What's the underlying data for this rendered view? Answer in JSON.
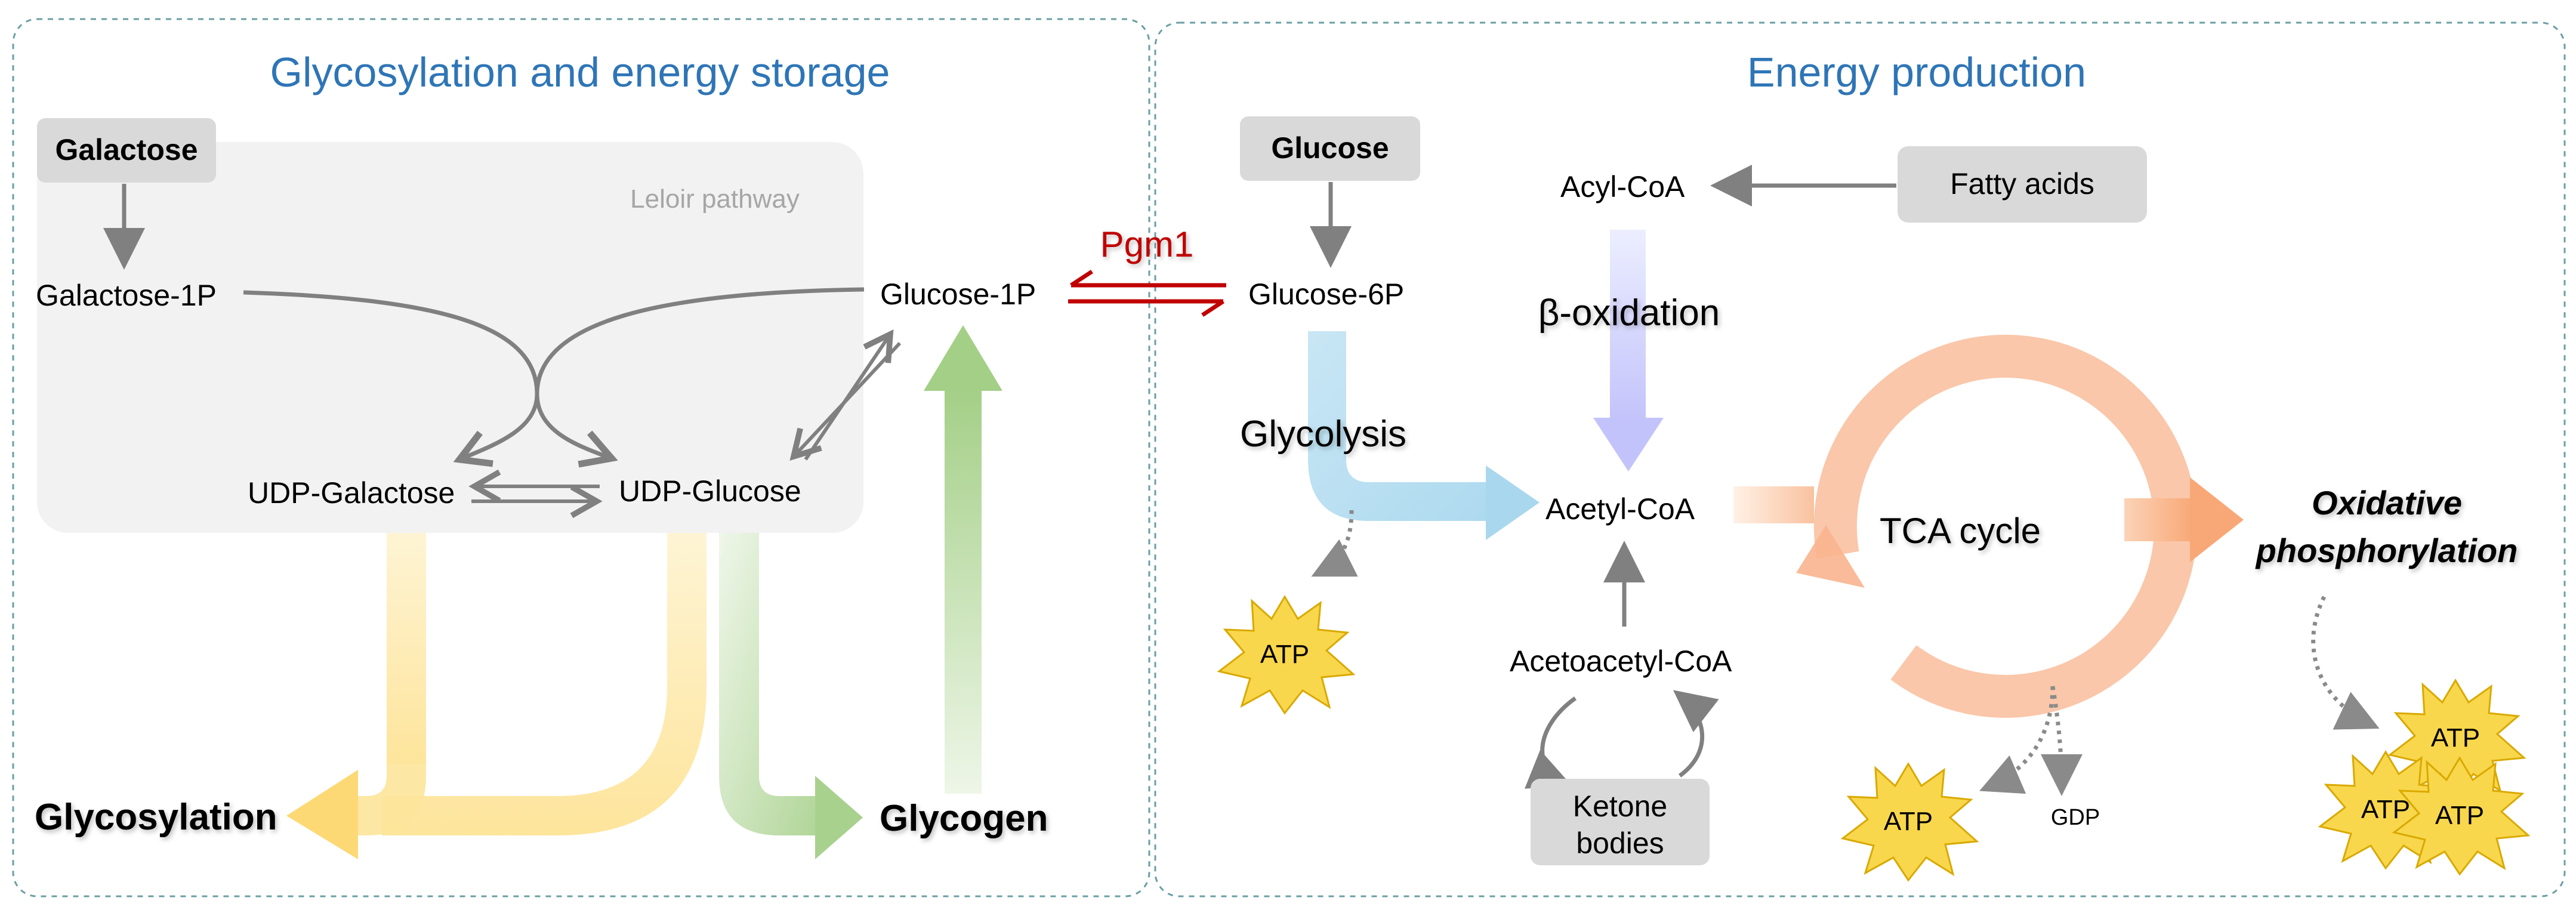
{
  "panels": {
    "left_title": "Glycosylation and energy storage",
    "right_title": "Energy production"
  },
  "nodes": {
    "galactose": "Galactose",
    "leloir": "Leloir pathway",
    "galactose_1p": "Galactose-1P",
    "glucose_1p": "Glucose-1P",
    "udp_galactose": "UDP-Galactose",
    "udp_glucose": "UDP-Glucose",
    "glycosylation": "Glycosylation",
    "glycogen": "Glycogen",
    "pgm1": "Pgm1",
    "glucose": "Glucose",
    "glucose_6p": "Glucose-6P",
    "acyl_coa": "Acyl-CoA",
    "fatty_acids": "Fatty acids",
    "beta_oxidation": "β-oxidation",
    "glycolysis": "Glycolysis",
    "acetyl_coa": "Acetyl-CoA",
    "tca_cycle": "TCA cycle",
    "oxphos_line1": "Oxidative",
    "oxphos_line2": "phosphorylation",
    "acetoacetyl_coa": "Acetoacetyl-CoA",
    "ketone_line1": "Ketone",
    "ketone_line2": "bodies",
    "atp": "ATP",
    "gdp": "GDP"
  },
  "colors": {
    "panel_border": "#6a9fa3",
    "title_blue": "#2e75b6",
    "grey_arrow": "#808080",
    "grey_box": "#d9d9d9",
    "leloir_bg": "#f2f2f2",
    "pgm1_red": "#c00000",
    "yellow_arrow": "#fde9a9",
    "green_arrow": "#a9d18e",
    "blue_arrow": "#bde3f2",
    "lavender_arrow": "#c9c9fb",
    "tca_orange": "#f8b48e",
    "atp_star": "#f9d74c"
  }
}
